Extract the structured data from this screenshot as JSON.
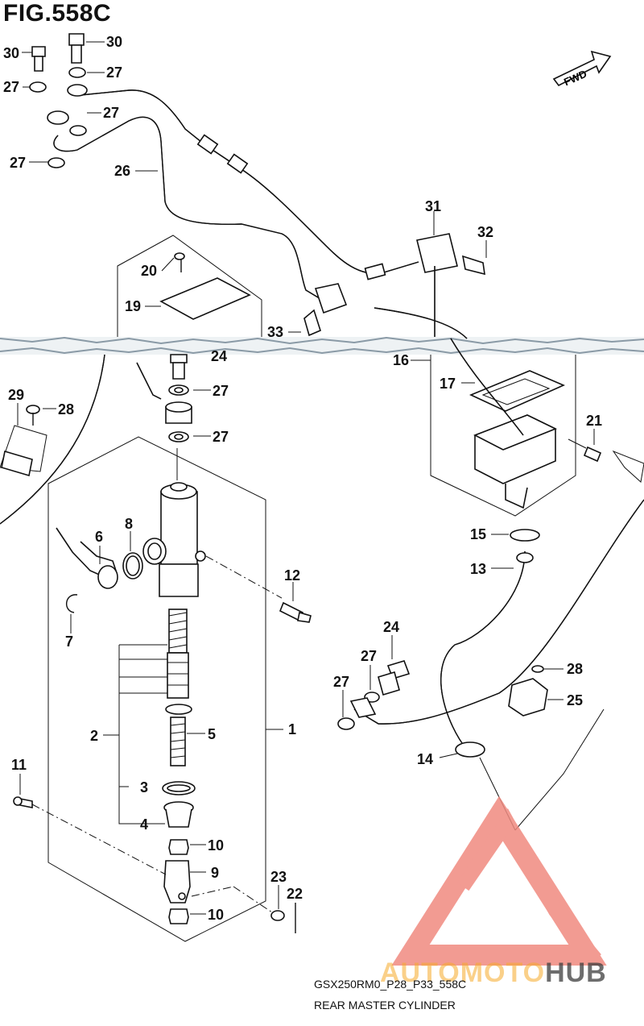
{
  "figure": {
    "title": "FIG.558C",
    "fwd_label": "FWD",
    "model_code": "GSX250RM0_P28_P33_558C",
    "caption": "REAR MASTER CYLINDER"
  },
  "callouts": [
    {
      "id": "c30a",
      "label": "30"
    },
    {
      "id": "c30b",
      "label": "30"
    },
    {
      "id": "c27a",
      "label": "27"
    },
    {
      "id": "c27b",
      "label": "27"
    },
    {
      "id": "c27c",
      "label": "27"
    },
    {
      "id": "c27d",
      "label": "27"
    },
    {
      "id": "c26",
      "label": "26"
    },
    {
      "id": "c31",
      "label": "31"
    },
    {
      "id": "c32",
      "label": "32"
    },
    {
      "id": "c20",
      "label": "20"
    },
    {
      "id": "c19",
      "label": "19"
    },
    {
      "id": "c33",
      "label": "33"
    },
    {
      "id": "c24a",
      "label": "24"
    },
    {
      "id": "c16",
      "label": "16"
    },
    {
      "id": "c27e",
      "label": "27"
    },
    {
      "id": "c27f",
      "label": "27"
    },
    {
      "id": "c29",
      "label": "29"
    },
    {
      "id": "c28a",
      "label": "28"
    },
    {
      "id": "c17",
      "label": "17"
    },
    {
      "id": "c21",
      "label": "21"
    },
    {
      "id": "c6",
      "label": "6"
    },
    {
      "id": "c8",
      "label": "8"
    },
    {
      "id": "c15",
      "label": "15"
    },
    {
      "id": "c13",
      "label": "13"
    },
    {
      "id": "c12",
      "label": "12"
    },
    {
      "id": "c7",
      "label": "7"
    },
    {
      "id": "c24b",
      "label": "24"
    },
    {
      "id": "c27g",
      "label": "27"
    },
    {
      "id": "c28b",
      "label": "28"
    },
    {
      "id": "c27h",
      "label": "27"
    },
    {
      "id": "c25",
      "label": "25"
    },
    {
      "id": "c1",
      "label": "1"
    },
    {
      "id": "c2",
      "label": "2"
    },
    {
      "id": "c5",
      "label": "5"
    },
    {
      "id": "c14",
      "label": "14"
    },
    {
      "id": "c11",
      "label": "11"
    },
    {
      "id": "c3",
      "label": "3"
    },
    {
      "id": "c4",
      "label": "4"
    },
    {
      "id": "c10a",
      "label": "10"
    },
    {
      "id": "c9",
      "label": "9"
    },
    {
      "id": "c23",
      "label": "23"
    },
    {
      "id": "c22",
      "label": "22"
    },
    {
      "id": "c10b",
      "label": "10"
    }
  ],
  "watermark": {
    "text_a": "AUTOMOTO",
    "text_b": "HUB",
    "colors": {
      "logo": "#f08a80",
      "text_a": "#f5aa28",
      "text_b": "#3c3c3c"
    }
  }
}
